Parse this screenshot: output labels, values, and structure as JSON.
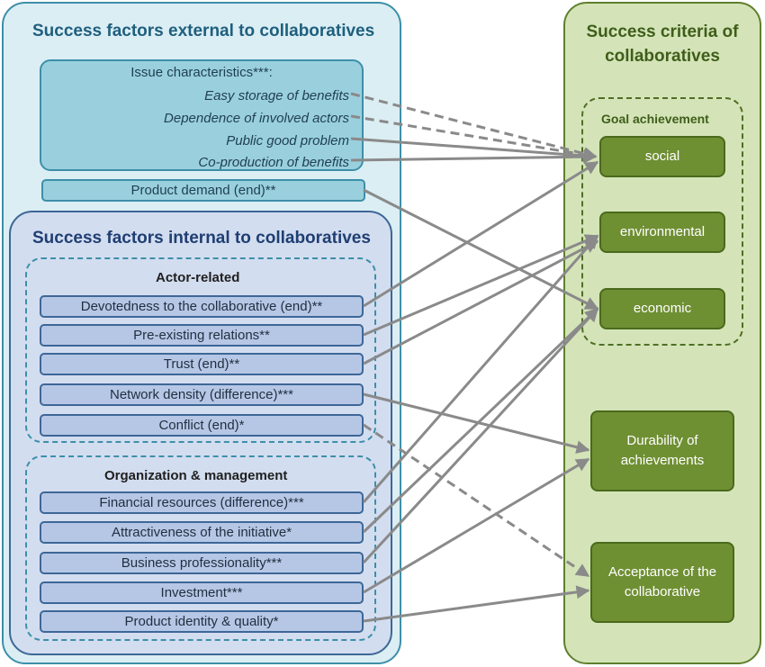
{
  "external": {
    "title": "Success factors external to collaboratives",
    "issue_heading": "Issue characteristics***:",
    "issue_items": [
      "Easy storage of benefits",
      "Dependence  of involved actors",
      "Public good problem",
      "Co-production of benefits"
    ],
    "product_demand": "Product demand (end)**"
  },
  "internal": {
    "title": "Success factors internal to collaboratives",
    "actor_heading": "Actor-related",
    "actor_items": [
      "Devotedness to the collaborative (end)**",
      "Pre-existing relations**",
      "Trust (end)**",
      "Network density (difference)***",
      "Conflict (end)*"
    ],
    "org_heading": "Organization & management",
    "org_items": [
      "Financial resources (difference)***",
      "Attractiveness of the initiative*",
      "Business professionality***",
      "Investment***",
      "Product identity & quality*"
    ]
  },
  "criteria": {
    "title": "Success criteria of collaboratives",
    "goal_heading": "Goal achievement",
    "goals": [
      "social",
      "environmental",
      "economic"
    ],
    "durability": "Durability of achievements",
    "acceptance": "Acceptance of the collaborative"
  },
  "colors": {
    "external_fill": "#dbeef4",
    "internal_fill": "#d3ddf0",
    "criteria_fill": "#d4e4b8",
    "goal_box": "#6f8f33",
    "arrow": "#8a8a8a"
  }
}
